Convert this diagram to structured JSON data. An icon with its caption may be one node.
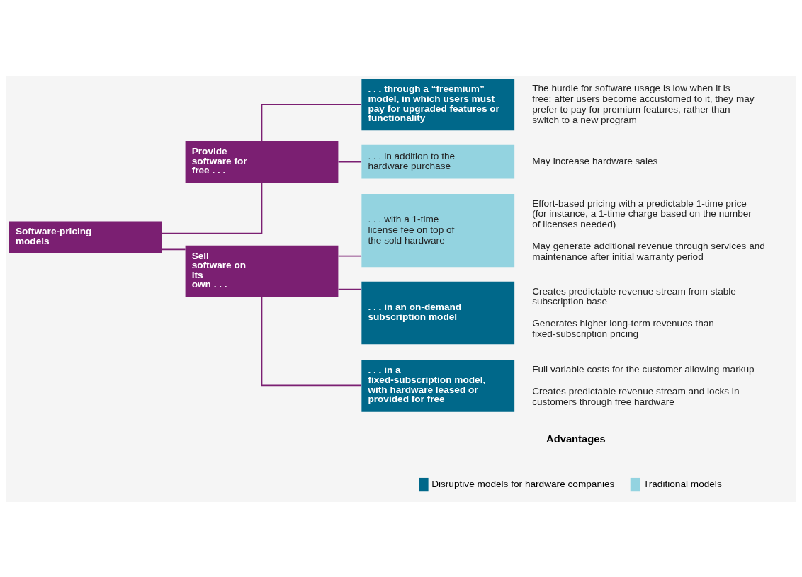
{
  "diagram": {
    "nodes": [
      {
        "text": [
          "Software-pricing models"
        ]
      },
      {
        "text": [
          "Provide software for free . . ."
        ]
      },
      {
        "text": [
          ". . . through a “freemium” model, in which users must pay for upgraded features or functionality"
        ],
        "beside": [
          "The hurdle for software usage is low when it is free; after users become accustomed to it, they may prefer to pay for premium features, rather than switch to a new program"
        ]
      },
      {
        "text": [
          ". . . in addition to the hardware purchase"
        ],
        "beside": [
          "May increase hardware sales"
        ]
      },
      {
        "text": [
          "Sell software on its own . . ."
        ]
      },
      {
        "text": [
          ". . . with a 1-time license fee on top of the sold hardware"
        ],
        "beside": [
          "Effort-based pricing with a predictable 1-time price (for instance, a 1-time charge based on the number of licenses needed)",
          "May generate additional revenue through services and maintenance after initial warranty period"
        ]
      },
      {
        "text": [
          ". . . in an on-demand subscription model"
        ],
        "beside": [
          "Creates predictable revenue stream from stable subscription base",
          "Generates higher long-term revenues than fixed-subscription pricing"
        ]
      },
      {
        "text": [
          ". . . in a fixed-subscription model, with hardware leased or provided for free"
        ],
        "beside": [
          "Full variable costs for the customer allowing markup",
          "Creates predictable revenue stream and locks in customers through free hardware"
        ]
      }
    ],
    "edges": [
      {
        "from": 0,
        "to": 1,
        "arrow": "none"
      },
      {
        "from": 0,
        "to": 4,
        "arrow": "none"
      },
      {
        "from": 1,
        "to": 2,
        "arrow": "none"
      },
      {
        "from": 1,
        "to": 3,
        "arrow": "none"
      },
      {
        "from": 4,
        "to": 5,
        "arrow": "none"
      },
      {
        "from": 4,
        "to": 6,
        "arrow": "none"
      },
      {
        "from": 4,
        "to": 7,
        "arrow": "none"
      }
    ],
    "labels": [
      "Advantages"
    ],
    "legend": [
      {
        "text": "Disruptive models for hardware companies",
        "color": "#00688a"
      },
      {
        "text": "Traditional models",
        "color": "#93d3e0"
      }
    ]
  }
}
